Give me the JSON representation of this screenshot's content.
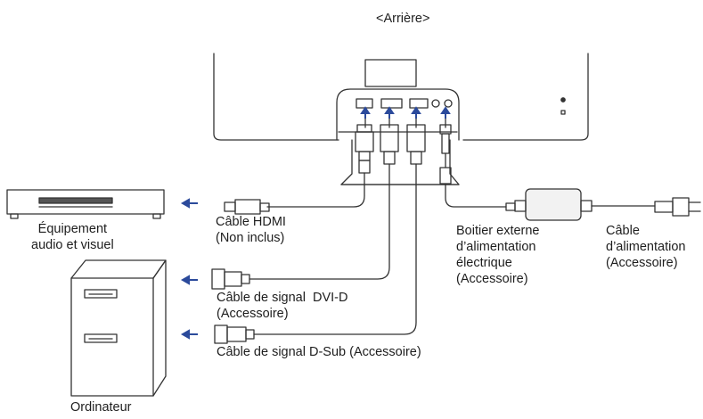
{
  "title": "<Arrière>",
  "labels": {
    "av_equipment": [
      "Équipement",
      "audio et visuel"
    ],
    "hdmi_cable": [
      "Câble HDMI",
      "(Non inclus)"
    ],
    "power_box": [
      "Boitier externe",
      "d’alimentation",
      "électrique",
      "(Accessoire)"
    ],
    "power_cable": [
      "Câble",
      "d’alimentation",
      "(Accessoire)"
    ],
    "dvi_cable": [
      "Câble de signal  DVI-D",
      "(Accessoire)"
    ],
    "dsub_cable": "Câble de signal D-Sub (Accessoire)",
    "computer": "Ordinateur"
  },
  "colors": {
    "line": "#333333",
    "arrow": "#2b4a9b",
    "fill_light": "#f2f2f2",
    "fill_dark": "#555555"
  }
}
